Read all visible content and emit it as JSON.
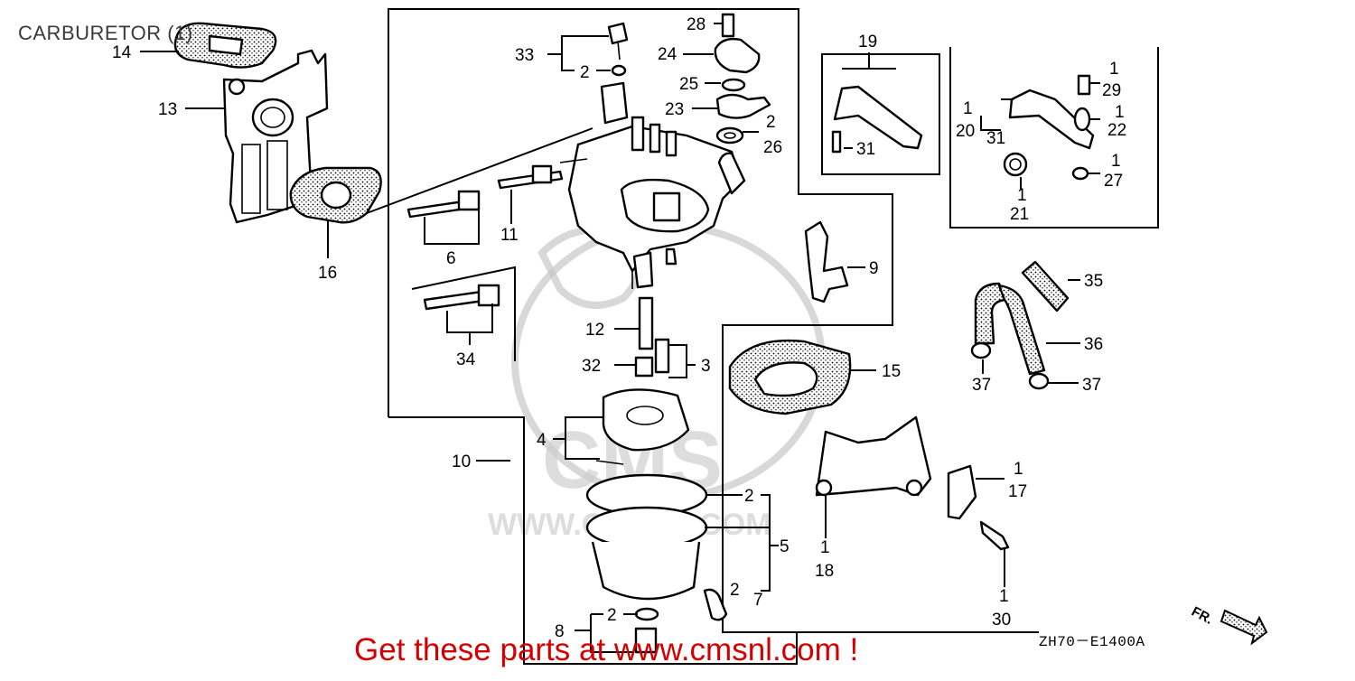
{
  "diagram": {
    "title": "CARBURETOR (1)",
    "drawing_code": "ZH70－E1400A",
    "direction_label": "FR.",
    "promo_text": "Get these parts at www.cmsnl.com !",
    "watermark_text": "WWW.CMSNL.COM",
    "watermark_logo": "CMS",
    "callouts": {
      "c14": "14",
      "c13": "13",
      "c16": "16",
      "c33": "33",
      "c2a": "2",
      "c28": "28",
      "c24": "24",
      "c25": "25",
      "c23": "23",
      "c2b": "2",
      "c26": "26",
      "c11": "11",
      "c6": "6",
      "c34": "34",
      "c12": "12",
      "c32": "32",
      "c3": "3",
      "c4": "4",
      "c10": "10",
      "c2c": "2",
      "c5": "5",
      "c2d": "2",
      "c7": "7",
      "c8": "8",
      "c2e": "2",
      "c9": "9",
      "c15": "15",
      "c19": "19",
      "c31a": "31",
      "c1a": "1",
      "c20": "20",
      "c31b": "31",
      "c1b": "1",
      "c29": "29",
      "c1c": "1",
      "c22": "22",
      "c1d": "1",
      "c27": "27",
      "c1e": "1",
      "c21": "21",
      "c35": "35",
      "c36": "36",
      "c37a": "37",
      "c37b": "37",
      "c1f": "1",
      "c17": "17",
      "c1g": "1",
      "c18": "18",
      "c1h": "1",
      "c30": "30"
    }
  }
}
